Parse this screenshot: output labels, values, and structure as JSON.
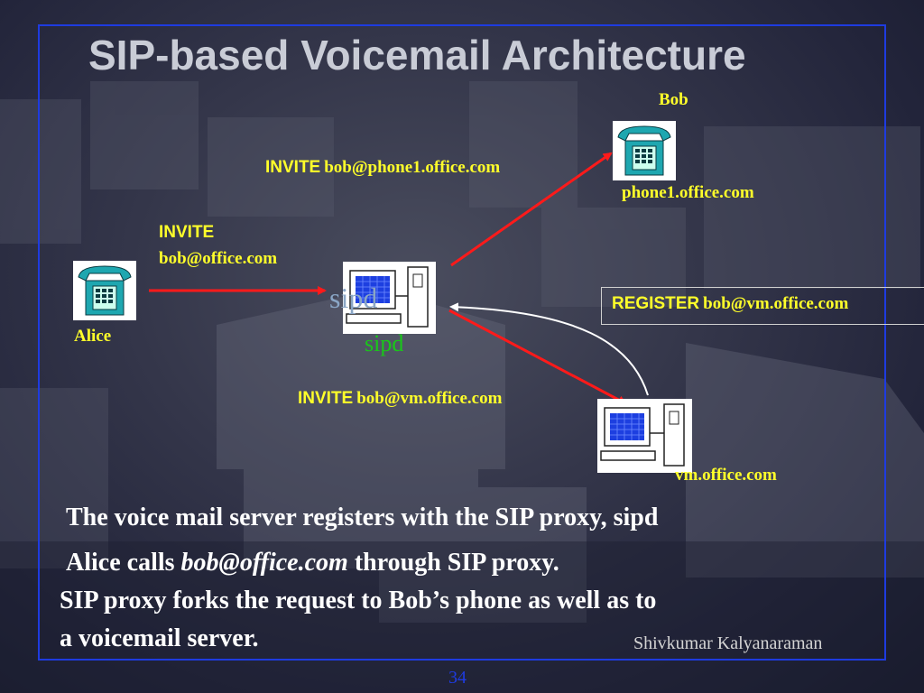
{
  "title": "SIP-based Voicemail Architecture",
  "nodes": {
    "bob_label": "Bob",
    "bob_host": "phone1.office.com",
    "alice_label": "Alice",
    "proxy_overlay": "sipd",
    "proxy_label": "sipd",
    "vm_host": "vm.office.com"
  },
  "messages": {
    "invite_phone_method": "INVITE",
    "invite_phone_uri": "bob@phone1.office.com",
    "invite_alice_method": "INVITE",
    "invite_alice_uri": "bob@office.com",
    "register_method": "REGISTER",
    "register_uri": "bob@vm.office.com",
    "invite_vm_method": "INVITE",
    "invite_vm_uri": "bob@vm.office.com"
  },
  "captions": {
    "line1": "The voice mail server registers with the SIP proxy, sipd",
    "line2_pre": "Alice calls ",
    "line2_em": "bob@office.com",
    "line2_post": " through SIP proxy.",
    "line3": "SIP proxy forks the request to Bob’s phone as well as to",
    "line4": "a voicemail server."
  },
  "footer": "Shivkumar Kalyanaraman",
  "page_number": "34",
  "colors": {
    "frame": "#1e3be0",
    "label": "#ffff2a",
    "arrow": "#ff1a1a",
    "register_arrow": "#ffffff",
    "proxy_label": "#19c719"
  }
}
